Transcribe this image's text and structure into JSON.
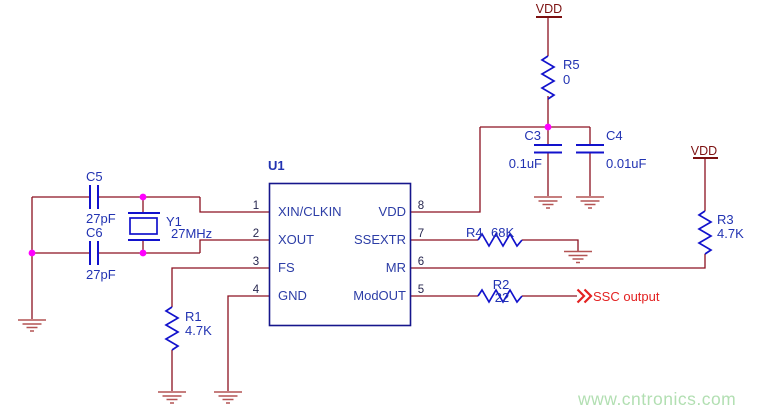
{
  "chip": {
    "ref": "U1",
    "pins_left": [
      {
        "num": "1",
        "name": "XIN/CLKIN"
      },
      {
        "num": "2",
        "name": "XOUT"
      },
      {
        "num": "3",
        "name": "FS"
      },
      {
        "num": "4",
        "name": "GND"
      }
    ],
    "pins_right": [
      {
        "num": "8",
        "name": "VDD"
      },
      {
        "num": "7",
        "name": "SSEXTR"
      },
      {
        "num": "6",
        "name": "MR"
      },
      {
        "num": "5",
        "name": "ModOUT"
      }
    ]
  },
  "components": {
    "c5": {
      "ref": "C5",
      "value": "27pF"
    },
    "c6": {
      "ref": "C6",
      "value": "27pF"
    },
    "y1": {
      "ref": "Y1",
      "value": "27MHz"
    },
    "r1": {
      "ref": "R1",
      "value": "4.7K"
    },
    "r2": {
      "ref": "R2",
      "value": "22"
    },
    "r3": {
      "ref": "R3",
      "value": "4.7K"
    },
    "r4": {
      "ref": "R4",
      "value": "68K"
    },
    "r5": {
      "ref": "R5",
      "value": "0"
    },
    "c3": {
      "ref": "C3",
      "value": "0.1uF"
    },
    "c4": {
      "ref": "C4",
      "value": "0.01uF"
    }
  },
  "power": {
    "vdd_top": "VDD",
    "vdd_right": "VDD"
  },
  "net_labels": {
    "ssc_output": "SSC output"
  },
  "watermark": "www.cntronics.com",
  "colors": {
    "wire": "#8c1120",
    "component": "#1212cc",
    "label_text": "#2233b2",
    "power": "#7c1010",
    "ground": "#b35454",
    "junction": "#ff00ff",
    "output_red": "#e32222",
    "watermark_green": "#b2dfb2"
  }
}
